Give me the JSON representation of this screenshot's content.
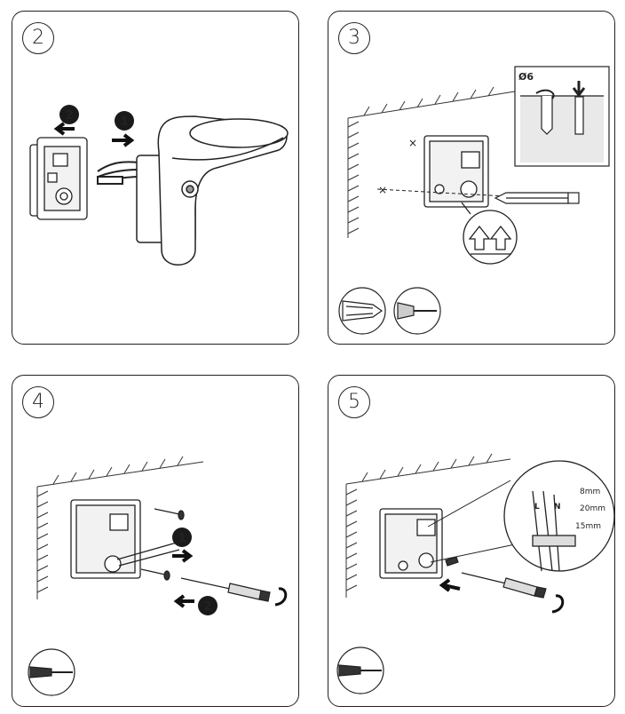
{
  "panels": [
    {
      "step": "2",
      "badges": [
        "2",
        "1"
      ]
    },
    {
      "step": "3",
      "drill_size": "Ø6"
    },
    {
      "step": "4",
      "badges": [
        "1",
        "2"
      ]
    },
    {
      "step": "5",
      "measurements": [
        "8mm",
        "20mm",
        "15mm"
      ],
      "wire_labels": [
        "L",
        "N"
      ]
    }
  ]
}
